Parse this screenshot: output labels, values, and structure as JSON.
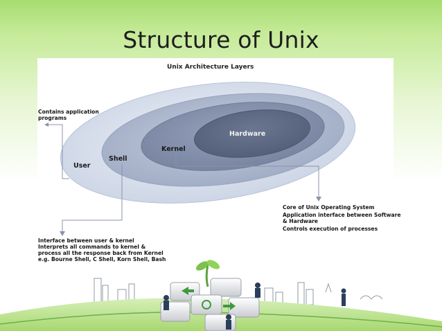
{
  "slide": {
    "title": "Structure of Unix"
  },
  "diagram": {
    "title": "Unix Architecture Layers",
    "layers": {
      "hardware": "Hardware",
      "kernel": "Kernel",
      "shell": "Shell",
      "user": "User"
    },
    "notes": {
      "user": [
        "Contains application",
        "programs"
      ],
      "kernel": [
        "Core of Unix Operating System",
        "Application interface between Software",
        "& Hardware",
        "Controls execution of processes"
      ],
      "shell": [
        "Interface between user & kernel",
        "Interprets all commands to kernel &",
        "process all the response back from Kernel",
        "e.g. Bourne Shell, C Shell, Korn Shell, Bash"
      ]
    },
    "colors": {
      "user_layer": "#d4dceb",
      "shell_layer": "#a9b5cd",
      "kernel_layer": "#7f8ca8",
      "hardware_layer": "#5b6680"
    }
  }
}
